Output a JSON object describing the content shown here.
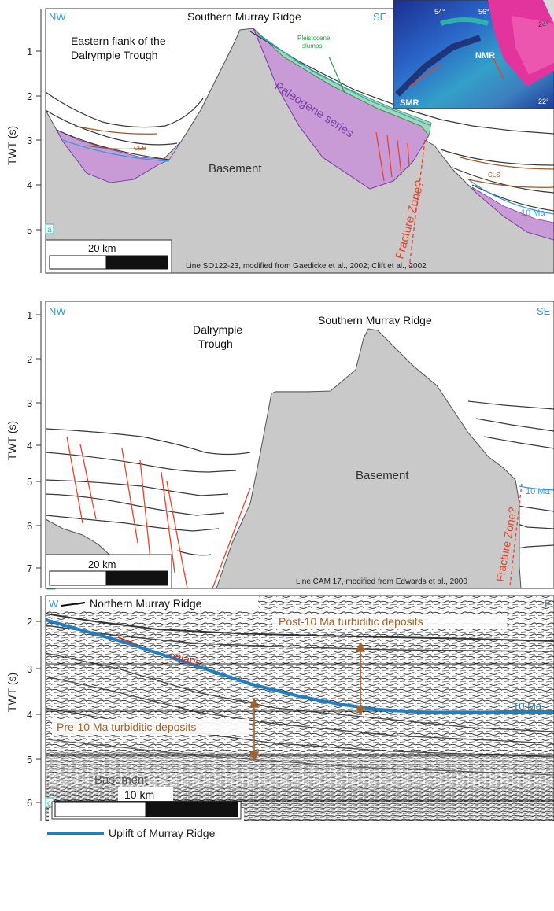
{
  "colors": {
    "label_blue": "#2f9ed8",
    "basement_gray": "#c9c9c9",
    "paleogene_purple": "#c99bd6",
    "paleogene_text": "#7a3fa8",
    "pleistocene_green": "#9fd9b5",
    "pleistocene_text": "#2e9a4a",
    "fault_red": "#e8432b",
    "cls_brown": "#9a5a2a",
    "turbidite_brown": "#a0622a",
    "uplift_blue": "#1f7fc0",
    "onlap_red": "#c0342a"
  },
  "panel_a": {
    "tag": "a",
    "nw": "NW",
    "se": "SE",
    "title": "Southern Murray Ridge",
    "flank_line1": "Eastern flank of the",
    "flank_line2": "Dalrymple Trough",
    "slumps_line1": "Pleistocene",
    "slumps_line2": "slumps",
    "paleogene": "Paleogene series",
    "basement": "Basement",
    "cls_left": "CLS",
    "cls_right": "CLS",
    "fracture": "Fracture Zone?",
    "ma10": "10 Ma",
    "scale": "20 km",
    "caption": "Line SO122-23, modified from Gaedicke et al., 2002; Clift et al., 2002",
    "yaxis_label": "TWT (s)",
    "yticks": [
      "1",
      "2",
      "3",
      "4",
      "5"
    ],
    "inset": {
      "lon1": "54°",
      "lon2": "56°",
      "lat_top": "24°",
      "lat_bottom": "22°",
      "nmr": "NMR",
      "smr": "SMR"
    }
  },
  "panel_b": {
    "tag": "b",
    "nw": "NW",
    "se": "SE",
    "title": "Southern Murray Ridge",
    "trough_line1": "Dalrymple",
    "trough_line2": "Trough",
    "basement": "Basement",
    "fracture": "Fracture Zone?",
    "ma10": "10 Ma",
    "scale": "20 km",
    "caption": "Line CAM 17, modified from Edwards et al., 2000",
    "yaxis_label": "TWT (s)",
    "yticks": [
      "1",
      "2",
      "3",
      "4",
      "5",
      "6",
      "7"
    ]
  },
  "panel_c": {
    "tag": "c",
    "w": "W",
    "e": "E",
    "ridge": "Northern Murray Ridge",
    "post": "Post-10 Ma turbiditic deposits",
    "pre": "Pre-10 Ma turbiditic deposits",
    "onlaps": "onlaps",
    "ma10": "10 Ma",
    "basement": "Basement",
    "scale": "10 km",
    "yaxis_label": "TWT (s)",
    "yticks": [
      "2",
      "3",
      "4",
      "5",
      "6"
    ]
  },
  "legend": {
    "uplift": "Uplift of Murray Ridge"
  }
}
